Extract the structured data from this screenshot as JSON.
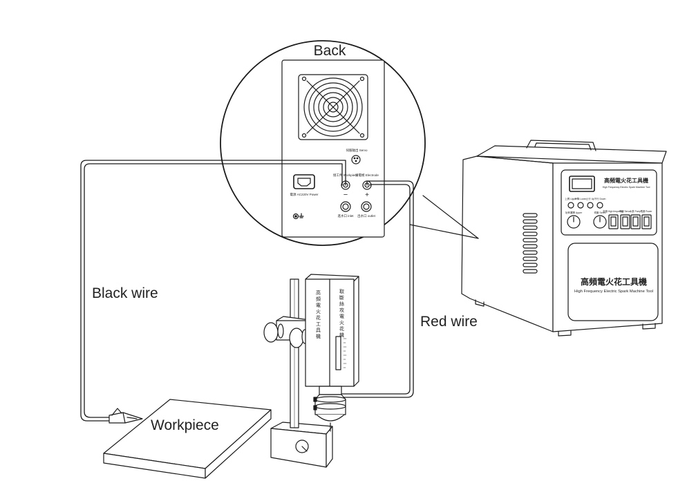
{
  "labels": {
    "back": "Back",
    "black_wire": "Black wire",
    "red_wire": "Red wire",
    "workpiece": "Workpiece"
  },
  "panel": {
    "servo": "伺服轴出 Servo",
    "workpiece_port": "接工件 Workpiece",
    "electrode_port": "接電極 Electrode",
    "minus": "−",
    "plus": "+",
    "power": "電源 AC220V Power",
    "inlet": "進水口 inlet",
    "outlet": "出水口 outlet"
  },
  "machine": {
    "title_cn": "高頻電火花工具機",
    "title_en": "High Frequency Electric Spark Machine Tool",
    "small_title_en": "High Frequency Electric Spark Machine Tool",
    "buttons": [
      "上昇 Upper",
      "下降 Lower",
      "上行 Up",
      "下行 Down"
    ],
    "knobs": [
      "功率選擇 Upper",
      "伺服 Servo"
    ],
    "switches": [
      "高頻 High frequency",
      "伺服 Servo",
      "水泵 Pump",
      "電源 Power"
    ]
  },
  "head": {
    "col1": "高頻電火花工具機",
    "col2": "取斷絲攻電火花機"
  },
  "colors": {
    "line": "#1a1a1a",
    "fill": "#ffffff"
  }
}
